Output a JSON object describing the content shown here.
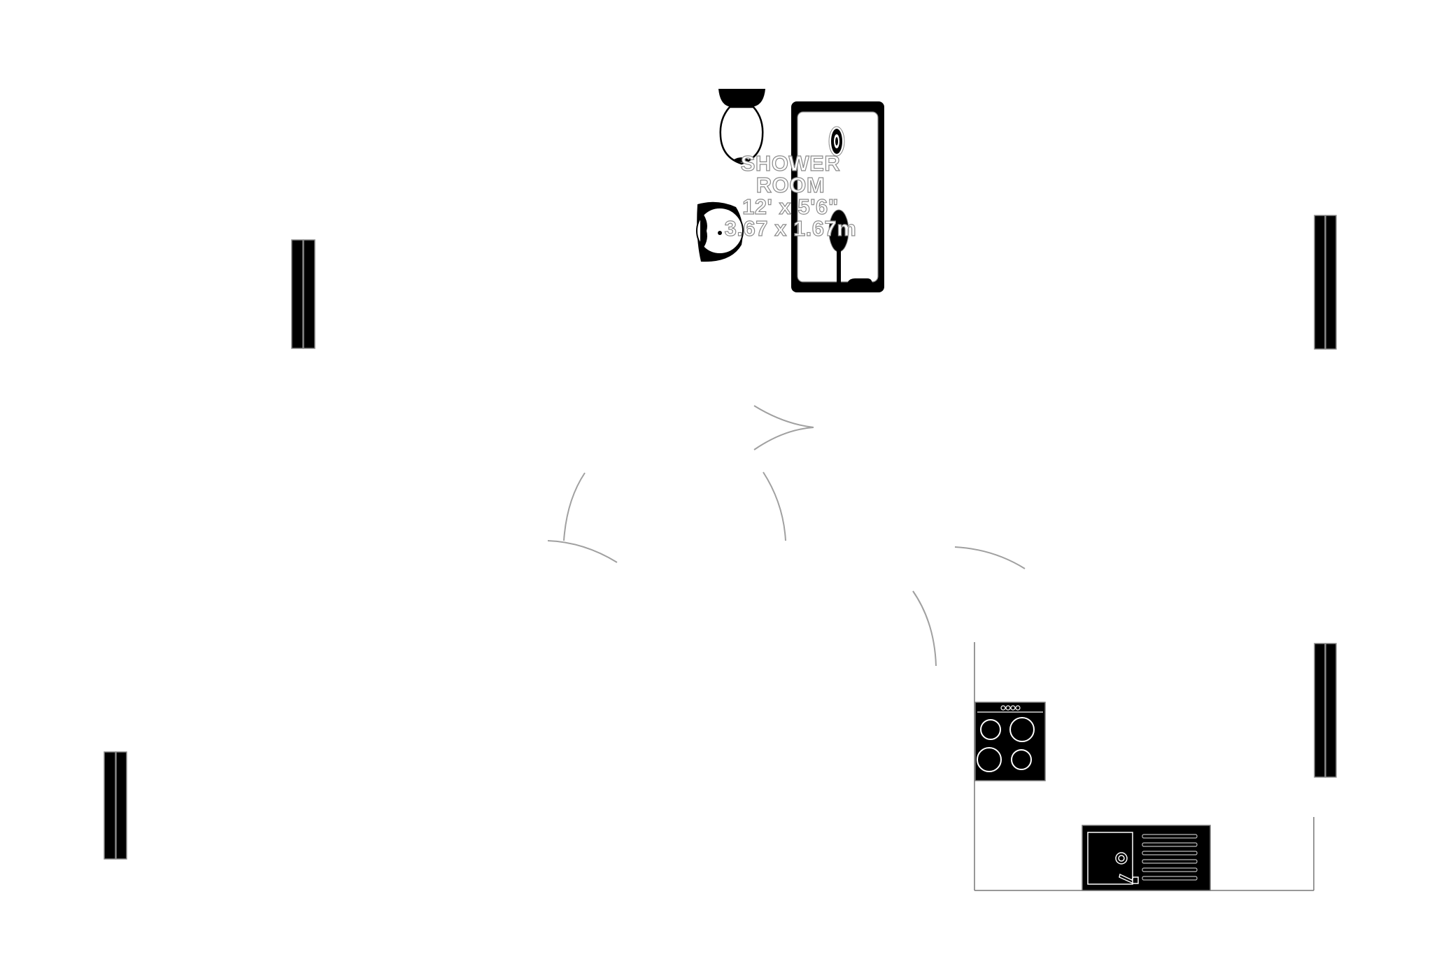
{
  "plan": {
    "background": "#ffffff",
    "wall_color": "#000000",
    "door_arc_color": "#a0a0a0",
    "fixture_fill": "#000000",
    "fixture_line": "#ffffff"
  },
  "rooms": [
    {
      "name": "shower-room",
      "label_lines": [
        "SHOWER",
        "ROOM",
        "12' x 5'6\"",
        "3.67 x 1.67m"
      ]
    }
  ],
  "fixtures": [
    {
      "type": "toilet",
      "room": "shower-room"
    },
    {
      "type": "wash-basin",
      "room": "shower-room"
    },
    {
      "type": "shower-tray",
      "room": "shower-room"
    },
    {
      "type": "hob",
      "room": "kitchen",
      "burners": 4,
      "control_knobs": 4
    },
    {
      "type": "sink-drainer",
      "room": "kitchen",
      "drainer_grooves": 6
    }
  ],
  "windows": [
    {
      "id": "window-left-upper"
    },
    {
      "id": "window-left-lower"
    },
    {
      "id": "window-right-upper"
    },
    {
      "id": "window-right-lower"
    }
  ],
  "doors": [
    {
      "id": "door-arc-1"
    },
    {
      "id": "door-arc-2"
    },
    {
      "id": "door-arc-3"
    },
    {
      "id": "door-arc-4"
    },
    {
      "id": "door-arc-5"
    },
    {
      "id": "door-arc-6"
    }
  ]
}
